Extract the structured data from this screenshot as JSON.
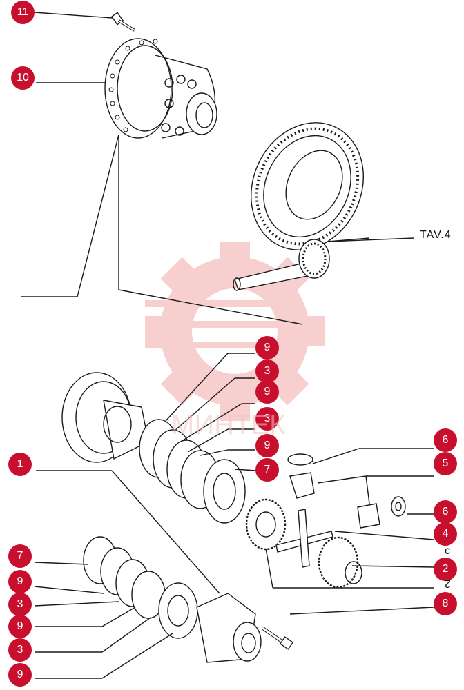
{
  "callouts": [
    "11",
    "10",
    "9",
    "3",
    "9",
    "3",
    "9",
    "7",
    "1",
    "6",
    "5",
    "6",
    "4",
    "2",
    "8",
    "7",
    "9",
    "3",
    "9",
    "3",
    "9"
  ],
  "reference": "TAV.4",
  "side_marks": [
    "c",
    "2"
  ],
  "watermark": {
    "text": "МИНТЕК",
    "color": "#f2b8b8"
  },
  "colors": {
    "badge": "#c8102e",
    "line": "#1a1a1a"
  }
}
